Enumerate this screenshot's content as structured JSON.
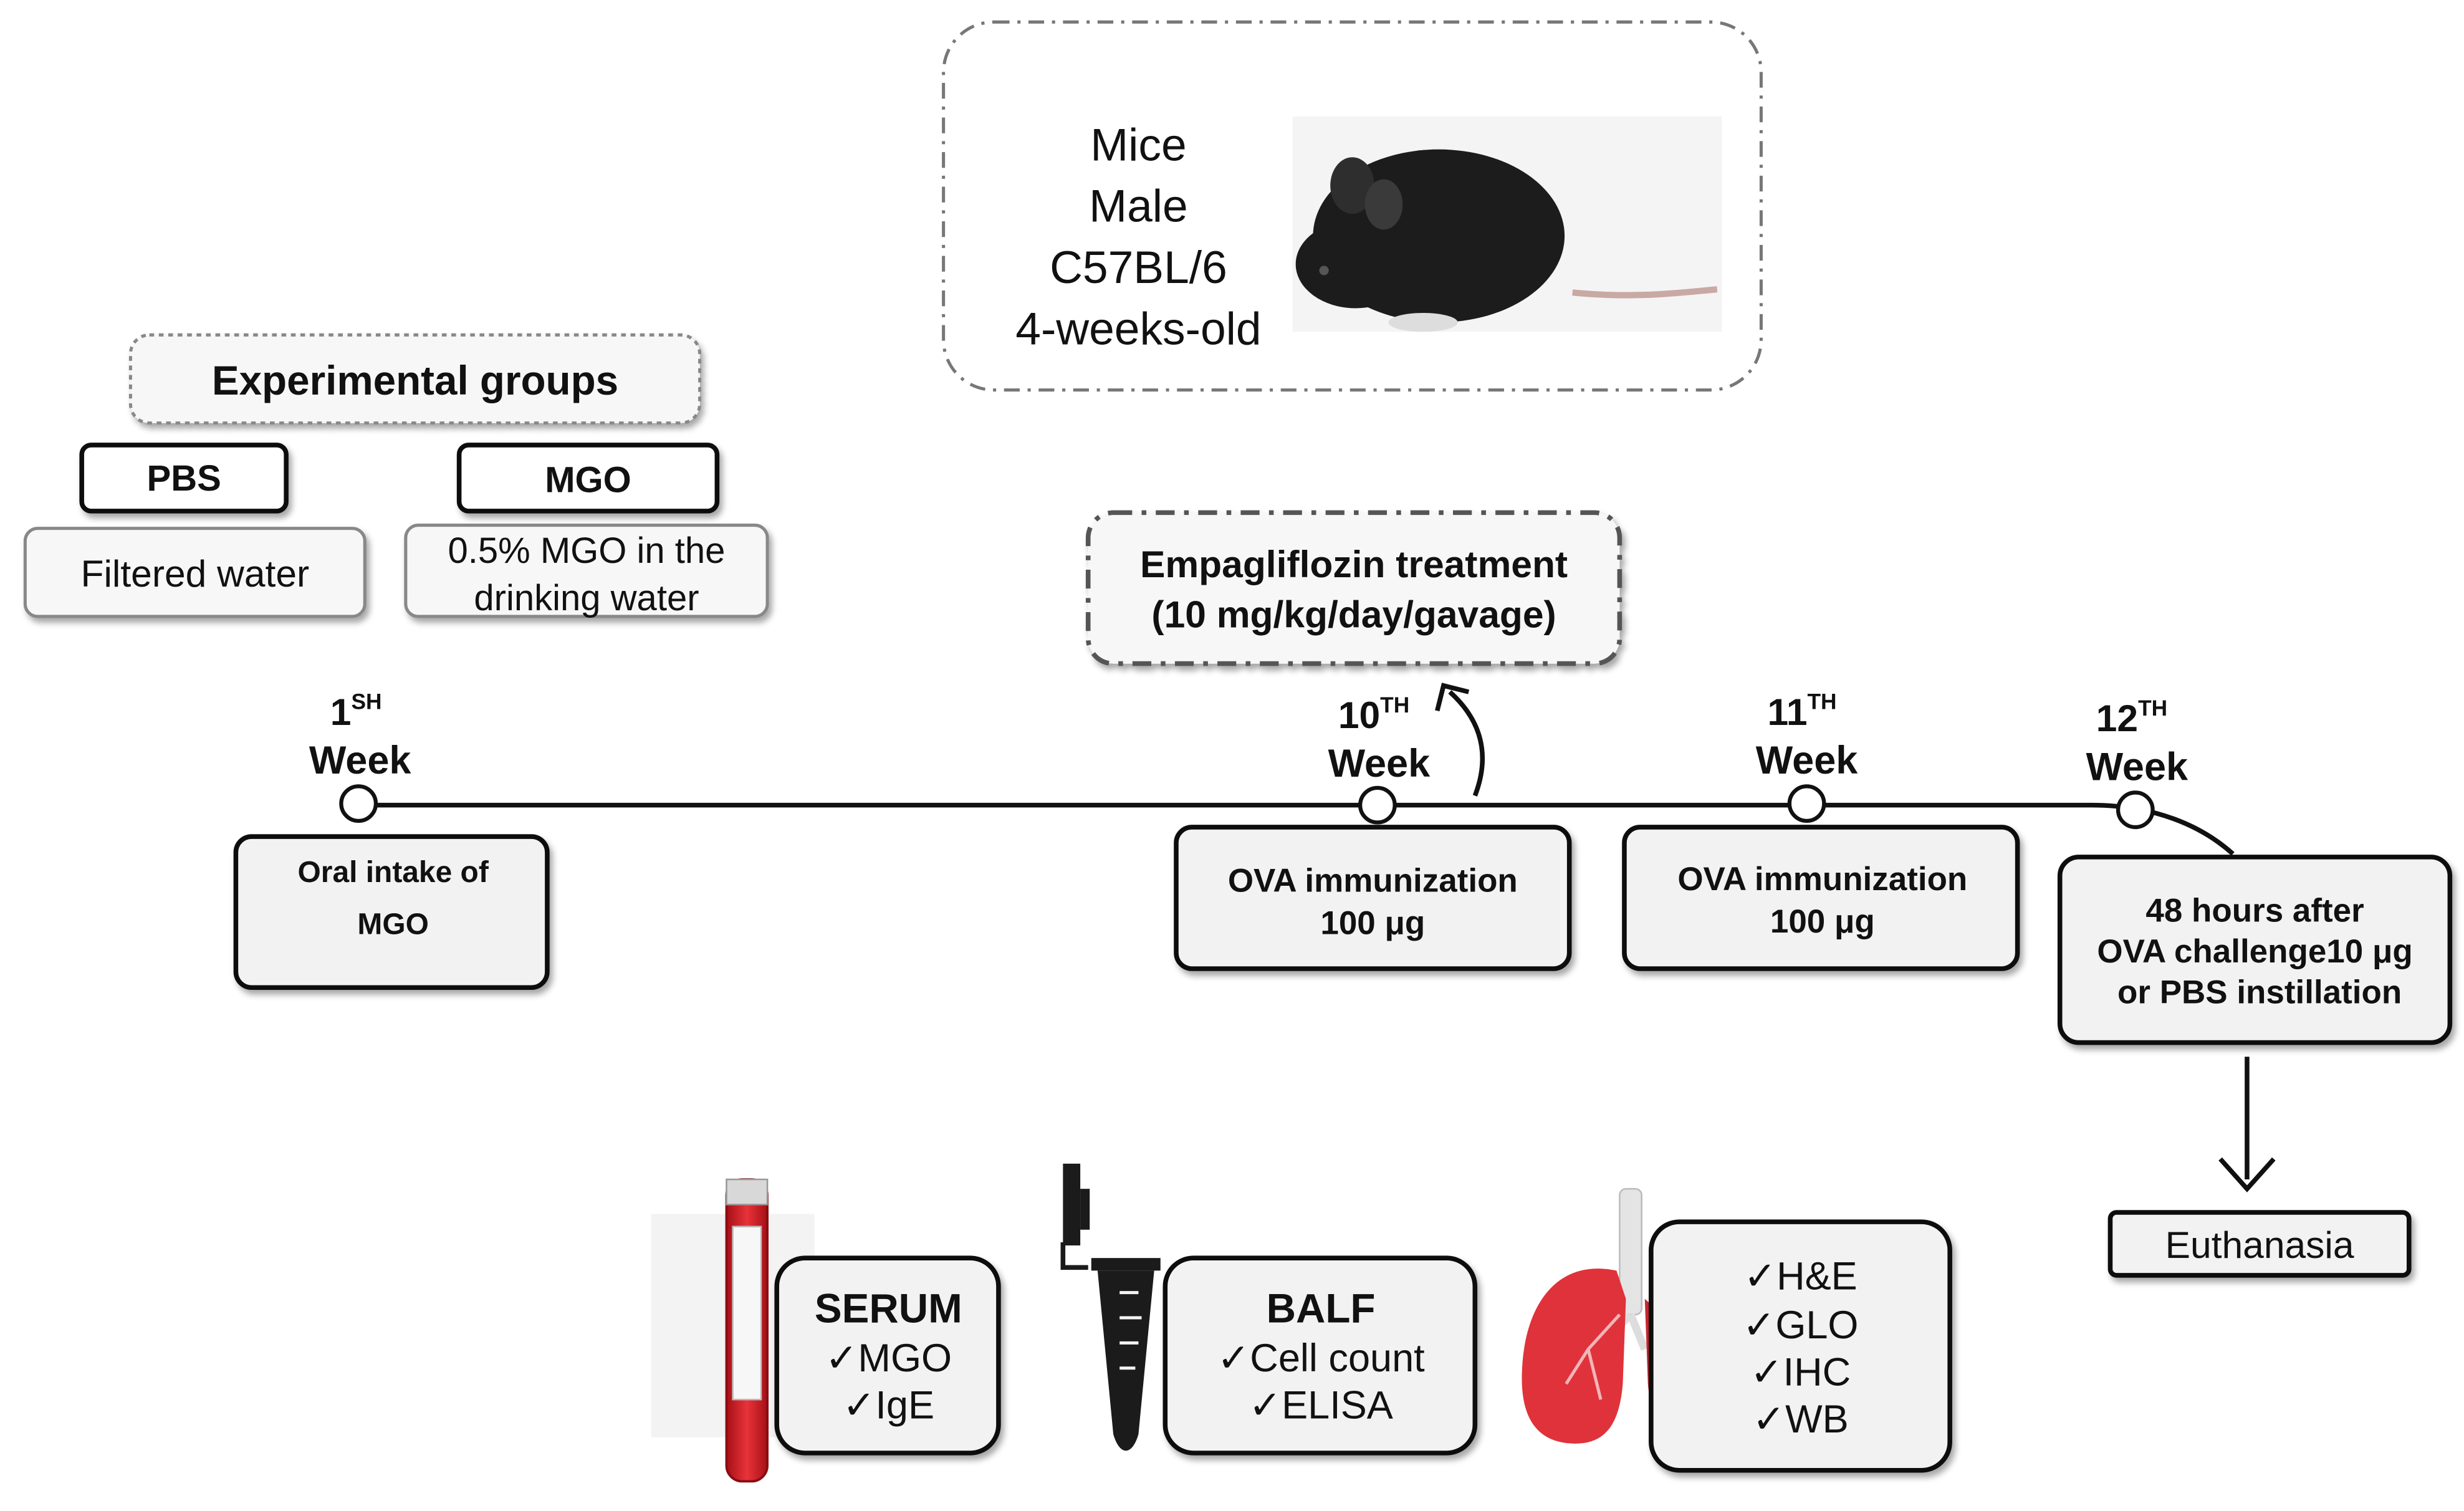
{
  "mice": {
    "lines": [
      "Mice",
      "Male",
      "C57BL/6",
      "4-weeks-old"
    ]
  },
  "groups": {
    "title": "Experimental groups",
    "pbs": {
      "name": "PBS",
      "desc": "Filtered water"
    },
    "mgo": {
      "name": "MGO",
      "desc_line1": "0.5% MGO in the",
      "desc_line2": "drinking water"
    }
  },
  "empagliflozin": {
    "line1": "Empagliflozin treatment",
    "line2": "(10 mg/kg/day/gavage)"
  },
  "timeline": [
    {
      "num": "1",
      "sup": "SH",
      "label": "Week",
      "box": [
        "Oral intake of",
        "MGO"
      ]
    },
    {
      "num": "10",
      "sup": "TH",
      "label": "Week",
      "box": [
        "OVA immunization",
        "100 μg"
      ]
    },
    {
      "num": "11",
      "sup": "TH",
      "label": "Week",
      "box": [
        "OVA immunization",
        "100 μg"
      ]
    },
    {
      "num": "12",
      "sup": "TH",
      "label": "Week",
      "box": [
        "48 hours after",
        "OVA challenge10 μg",
        "or PBS instillation"
      ]
    }
  ],
  "euthanasia": "Euthanasia",
  "analyses": {
    "serum": {
      "title": "SERUM",
      "items": [
        "MGO",
        "IgE"
      ]
    },
    "balf": {
      "title": "BALF",
      "items": [
        "Cell count",
        "ELISA"
      ]
    },
    "lung": {
      "items": [
        "H&E",
        "GLO",
        "IHC",
        "WB"
      ]
    },
    "check": "✓"
  },
  "colors": {
    "box_fill": "#f2f2f2",
    "blood": "#d61f26",
    "lung": "#e0323a",
    "mouse": "#1c1c1c"
  }
}
